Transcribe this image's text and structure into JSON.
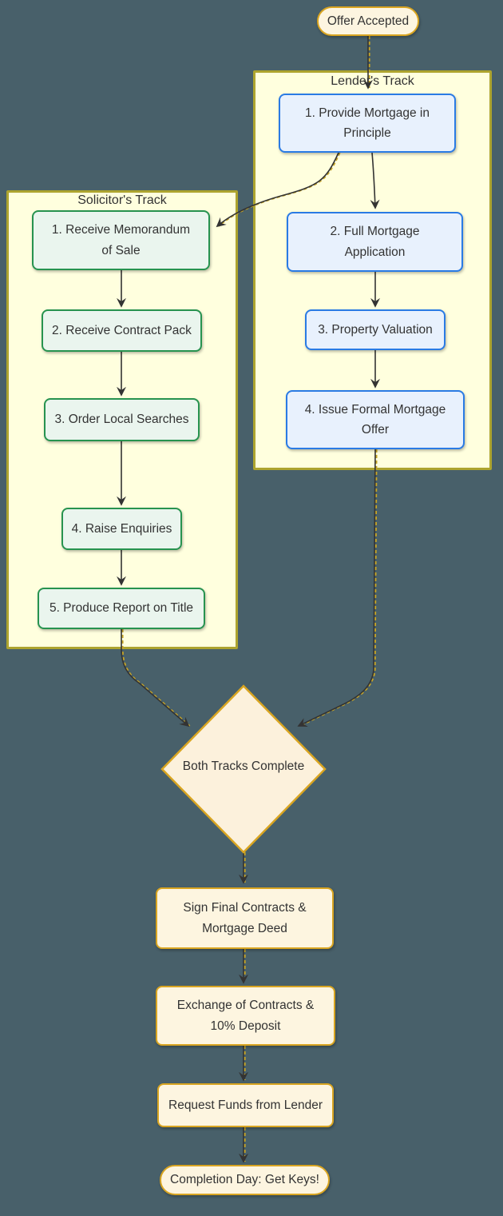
{
  "flow": {
    "start": {
      "label": "Offer Accepted"
    },
    "lender_track": {
      "title": "Lender's Track",
      "steps": [
        "1. Provide Mortgage in Principle",
        "2. Full Mortgage Application",
        "3. Property Valuation",
        "4. Issue Formal Mortgage Offer"
      ]
    },
    "solicitor_track": {
      "title": "Solicitor's Track",
      "steps": [
        "1. Receive Memorandum of Sale",
        "2. Receive Contract Pack",
        "3. Order Local Searches",
        "4. Raise Enquiries",
        "5. Produce Report on Title"
      ]
    },
    "decision": {
      "label": "Both Tracks Complete"
    },
    "closing_steps": [
      "Sign Final Contracts & Mortgage Deed",
      "Exchange of Contracts & 10% Deposit",
      "Request Funds from Lender"
    ],
    "end": {
      "label": "Completion Day: Get Keys!"
    }
  },
  "colors": {
    "bg": "#48606a",
    "subgraph_fill": "#ffffde",
    "subgraph_border": "#ada42f",
    "blue_fill": "#e8f1fd",
    "blue_border": "#2a7be4",
    "green_fill": "#eaf5ee",
    "green_border": "#27934f",
    "gold_fill": "#fdf5e0",
    "gold_border": "#d9a521",
    "diamond_fill": "#fcf1dc",
    "edge": "#333333",
    "edge_accent": "#c8a728",
    "text": "#333333"
  }
}
